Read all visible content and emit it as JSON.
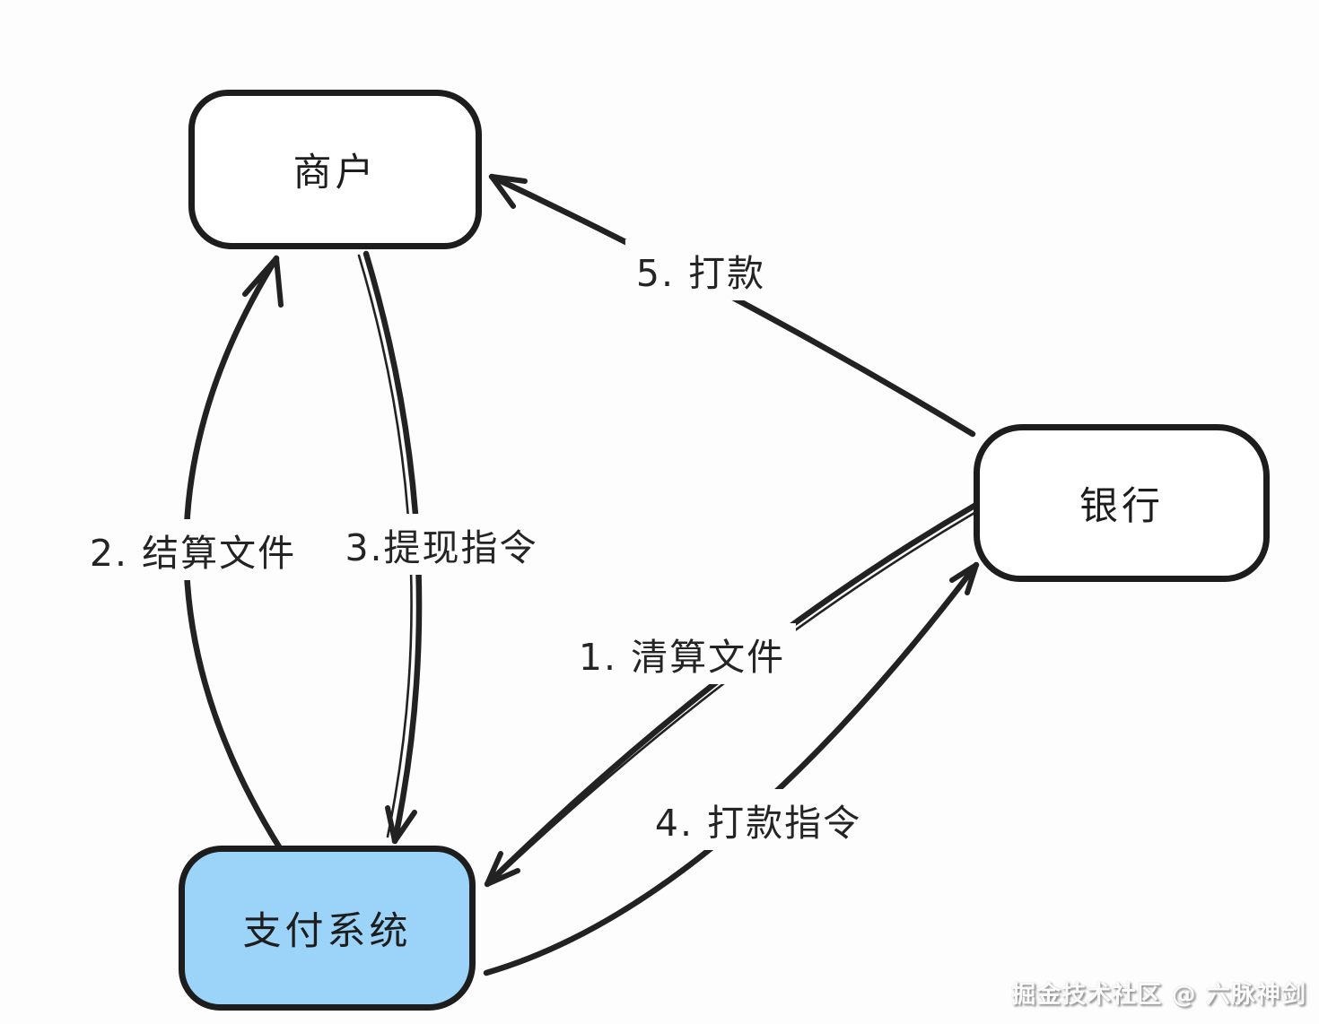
{
  "diagram": {
    "title_hint": "payment-settlement-flow",
    "nodes": {
      "merchant": {
        "label": "商户"
      },
      "bank": {
        "label": "银行"
      },
      "payment_system": {
        "label": "支付系统"
      }
    },
    "edges": {
      "clearing_file": {
        "label": "1. 清算文件",
        "from": "银行",
        "to": "支付系统"
      },
      "settlement_file": {
        "label": "2. 结算文件",
        "from": "支付系统",
        "to": "商户"
      },
      "withdraw_instruction": {
        "label": "3.提现指令",
        "from": "商户",
        "to": "支付系统"
      },
      "payment_instruction": {
        "label": "4. 打款指令",
        "from": "支付系统",
        "to": "银行"
      },
      "payment": {
        "label": "5. 打款",
        "from": "银行",
        "to": "商户"
      }
    },
    "watermark": "掘金技术社区 @ 六脉神剑",
    "colors": {
      "ink": "#222222",
      "payment_node_fill": "#9cd3f8",
      "background": "#fdfdfd"
    }
  }
}
